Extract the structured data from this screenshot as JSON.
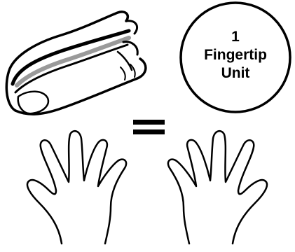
{
  "unit_badge": {
    "number": "1",
    "line1": "Fingertip",
    "line2": "Unit"
  },
  "equals_symbol": "=",
  "icons": {
    "fingertip": "fingertip-with-cream-icon",
    "left_hand": "left-hand-icon",
    "right_hand": "right-hand-icon"
  }
}
